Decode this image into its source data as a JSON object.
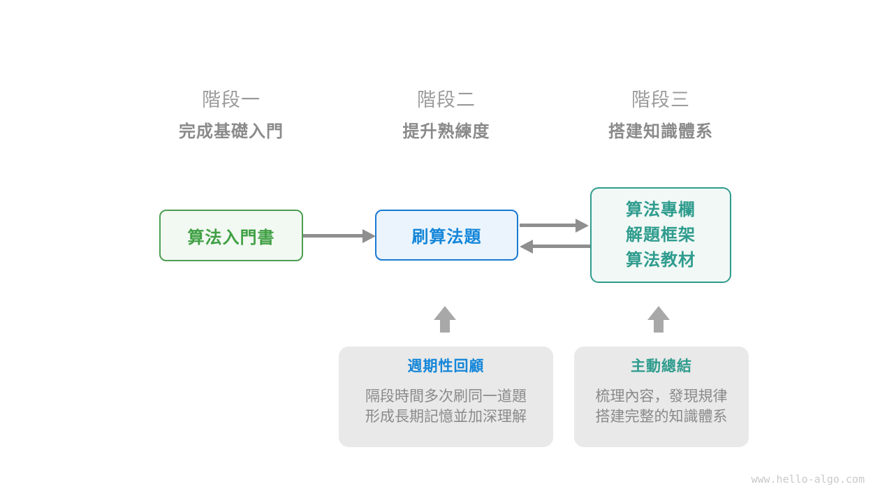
{
  "diagram": {
    "source_watermark": "www.hello-algo.com"
  },
  "stages": [
    {
      "title": "階段一",
      "subtitle": "完成基礎入門"
    },
    {
      "title": "階段二",
      "subtitle": "提升熟練度"
    },
    {
      "title": "階段三",
      "subtitle": "搭建知識體系"
    }
  ],
  "nodes": {
    "intro_book": {
      "label": "算法入門書",
      "text_color": "#3fa044",
      "border_color": "#4d9e52",
      "bg_color": "#f2f8f2"
    },
    "practice": {
      "label": "刷算法題",
      "text_color": "#1486d9",
      "border_color": "#1879d2",
      "bg_color": "#ebf4fc"
    },
    "advanced": {
      "labels": [
        "算法專欄",
        "解題框架",
        "算法教材"
      ],
      "text_color": "#2f9c8e",
      "border_color": "#2f9c8e",
      "bg_color": "#f1f8f5"
    }
  },
  "arrows": {
    "intro_to_practice": "right",
    "practice_to_advanced": "right",
    "advanced_to_practice": "left",
    "review_up": "up",
    "summary_up": "up",
    "line_color": "#8f8f8f",
    "block_color": "#a8a8a8"
  },
  "notes": [
    {
      "title": "週期性回顧",
      "title_color": "#1486d9",
      "lines": [
        "隔段時間多次刷同一道題",
        "形成長期記憶並加深理解"
      ]
    },
    {
      "title": "主動總結",
      "title_color": "#2f9c8e",
      "lines": [
        "梳理內容，發現規律",
        "搭建完整的知識體系"
      ]
    }
  ],
  "colors": {
    "background": "#ffffff",
    "stage_title": "#9b9b9b",
    "stage_subtitle": "#8a8a8a",
    "note_bg": "#e9e9e9",
    "note_text": "#8a8a8a",
    "watermark": "#c9c9c9"
  }
}
